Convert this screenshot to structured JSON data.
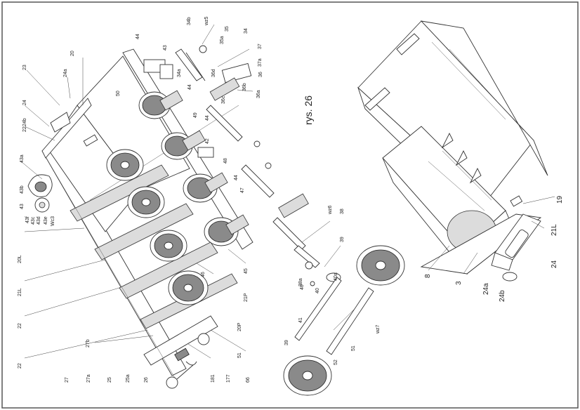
{
  "title": "rys. 26",
  "labels": {
    "l20": "20",
    "l23": "23",
    "l24a_top": "24a",
    "l24": "24",
    "l24b_top": "24b",
    "l22_top": "22",
    "l43a": "43a",
    "l43b": "43b",
    "l43": "43",
    "l43f": "43f",
    "l43c": "43c",
    "l43d": "43d",
    "l43e": "43e",
    "lWc3": "Wc3",
    "l20L": "20L",
    "l21L": "21L",
    "l22_mid": "22",
    "l22_bot": "22",
    "l27b": "27b",
    "l27": "27",
    "l27a": "27a",
    "l25": "25",
    "l25a": "25a",
    "l26": "26",
    "l181": "181",
    "l177": "177",
    "l66": "66",
    "l51_bot": "51",
    "l20P": "20P",
    "l46": "46",
    "l21P": "21P",
    "l45": "45",
    "l44_top": "44",
    "l43_top": "43",
    "l50": "50",
    "l44_mid": "44",
    "l49": "49",
    "l44_low": "44",
    "l42": "42",
    "l48": "48",
    "l44_b": "44",
    "l47": "47",
    "l34b": "34b",
    "lwz5": "wz5",
    "l35": "35",
    "l35a": "35a",
    "l34": "34",
    "l37": "37",
    "l37a": "37a",
    "l34a": "34a",
    "l36d": "36d",
    "l36": "36",
    "l36b": "36b",
    "l36c": "36c",
    "l36a": "36a",
    "lwz6": "wz6",
    "l38": "38",
    "l39": "39",
    "l38a": "38a",
    "l40": "40",
    "l40b": "40",
    "l40a": "40a",
    "l41": "41",
    "l51": "51",
    "lwz7": "wz7",
    "l39b": "39",
    "l52": "52",
    "l8": "8",
    "l3": "3",
    "l24a_r": "24a",
    "l24b_r": "24b",
    "l24_r": "24",
    "l21L_r": "21L",
    "l19": "19"
  }
}
